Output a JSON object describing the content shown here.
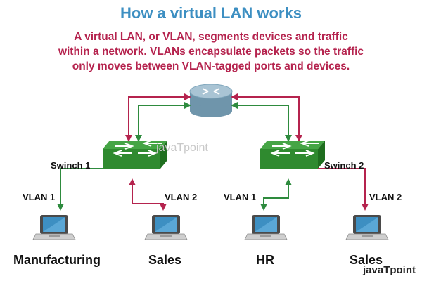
{
  "title": "How a virtual LAN works",
  "description_lines": [
    "A virtual LAN, or VLAN, segments devices and traffic",
    "within a network. VLANs encapsulate packets so the traffic",
    "only moves between VLAN-tagged ports and devices."
  ],
  "switches": [
    {
      "label": "Swinch 1"
    },
    {
      "label": "Swinch 2"
    }
  ],
  "vlan_labels": {
    "sw1_left": "VLAN 1",
    "sw1_right": "VLAN 2",
    "sw2_left": "VLAN 1",
    "sw2_right": "VLAN 2"
  },
  "devices": [
    {
      "label": "Manufacturing"
    },
    {
      "label": "Sales"
    },
    {
      "label": "HR"
    },
    {
      "label": "Sales"
    }
  ],
  "watermark": "javaTpoint",
  "colors": {
    "title": "#3d8fc2",
    "description": "#b5234e",
    "vlan1_link": "#2e8b3e",
    "vlan2_link": "#b5234e",
    "switch": "#2f8a2f",
    "router": "#7fa6bc"
  }
}
